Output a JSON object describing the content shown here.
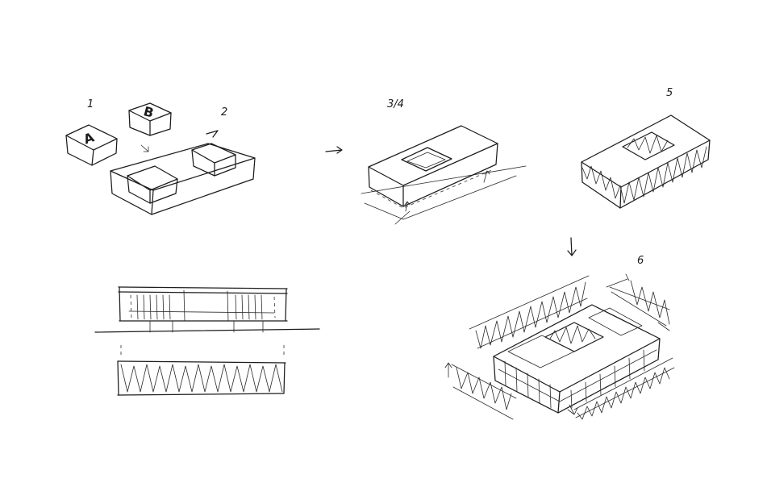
{
  "steps": [
    {
      "id": "1",
      "label": "1"
    },
    {
      "id": "2",
      "label": "2"
    },
    {
      "id": "3-4",
      "label": "3/4"
    },
    {
      "id": "5",
      "label": "5"
    },
    {
      "id": "6",
      "label": "6"
    }
  ],
  "blocks": {
    "a": "A",
    "b": "B"
  },
  "colors": {
    "ink": "#1c1c1c",
    "paper": "#ffffff"
  }
}
